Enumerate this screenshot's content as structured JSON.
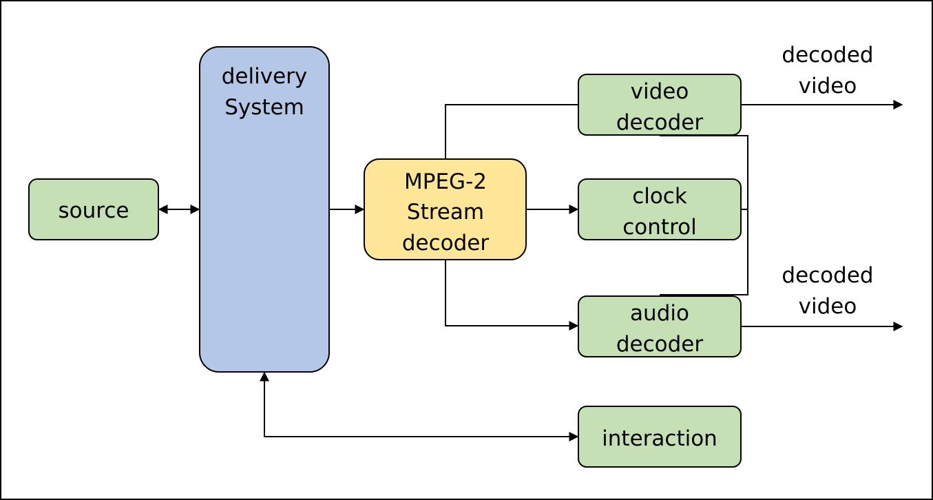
{
  "nodes": {
    "source": {
      "label": [
        "source"
      ],
      "color": "#c5e0b4"
    },
    "delivery": {
      "label": [
        "delivery",
        "System"
      ],
      "color": "#b4c7e7"
    },
    "mpeg": {
      "label": [
        "MPEG-2",
        "Stream",
        "decoder"
      ],
      "color": "#ffe699"
    },
    "video": {
      "label": [
        "video",
        "decoder"
      ],
      "color": "#c5e0b4"
    },
    "clock": {
      "label": [
        "clock",
        "control"
      ],
      "color": "#c5e0b4"
    },
    "audio": {
      "label": [
        "audio",
        "decoder"
      ],
      "color": "#c5e0b4"
    },
    "interaction": {
      "label": [
        "interaction"
      ],
      "color": "#c5e0b4"
    }
  },
  "outputs": {
    "video_out": [
      "decoded",
      "video"
    ],
    "audio_out": [
      "decoded",
      "video"
    ]
  }
}
